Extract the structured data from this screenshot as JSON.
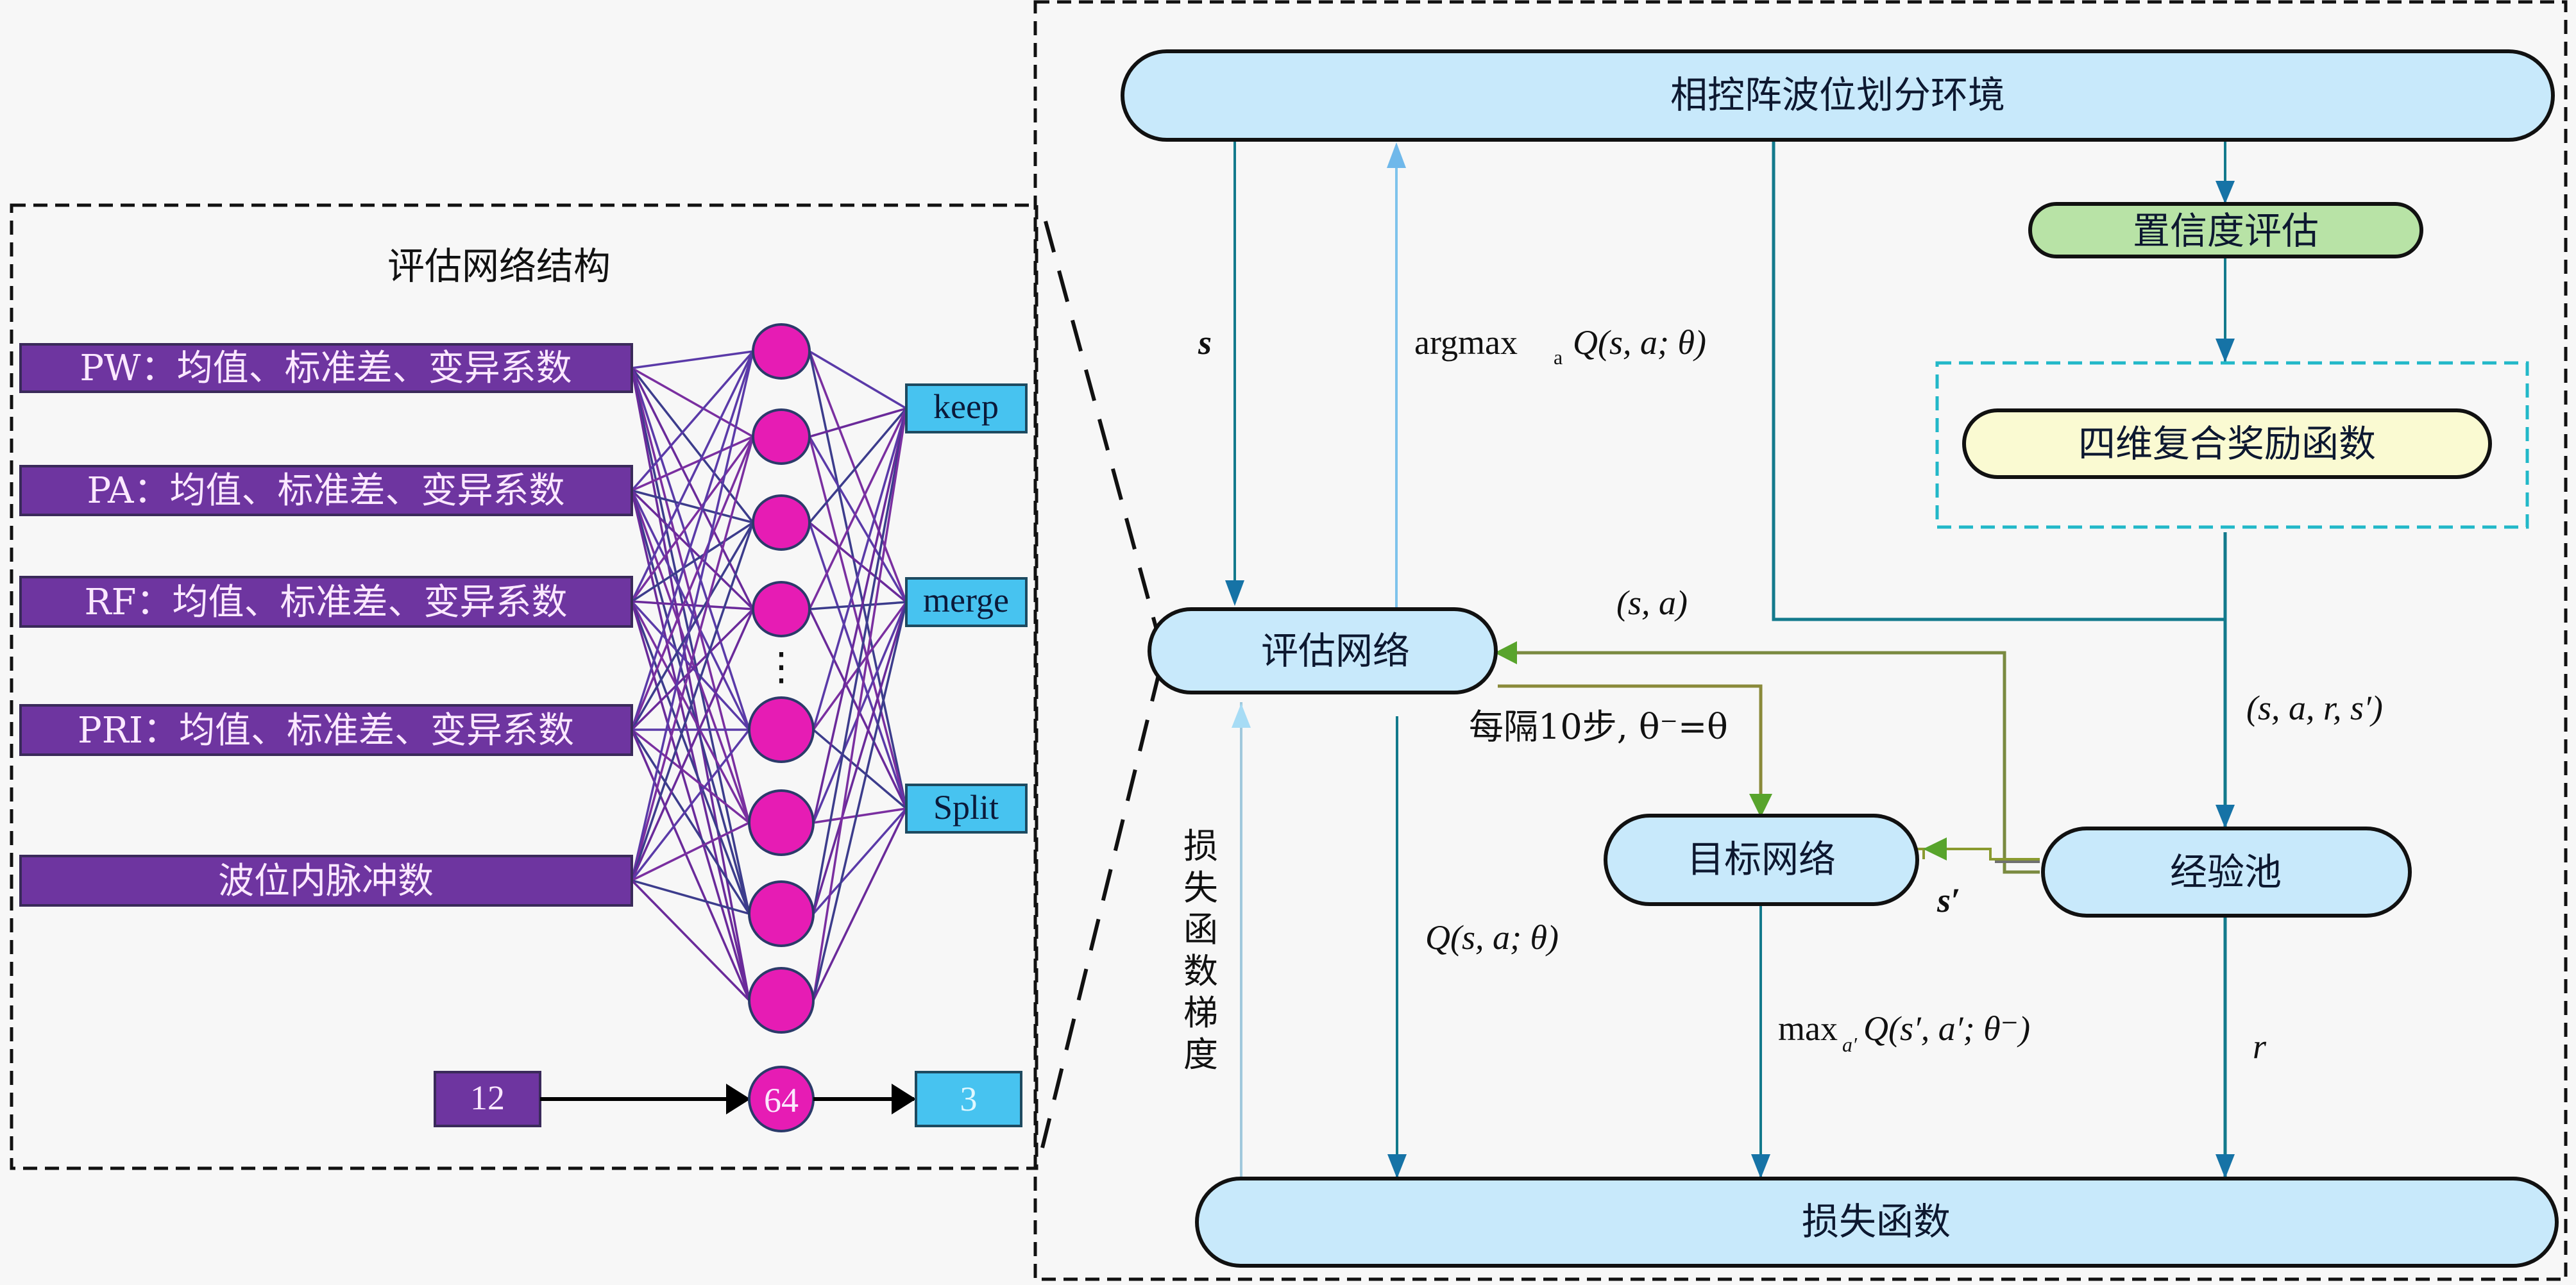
{
  "left_panel": {
    "title": "评估网络结构",
    "inputs": [
      "PW：均值、标准差、变异系数",
      "PA：均值、标准差、变异系数",
      "RF：均值、标准差、变异系数",
      "PRI：均值、标准差、变异系数",
      "波位内脉冲数"
    ],
    "hidden_ellipsis": "⋮",
    "outputs": [
      "keep",
      "merge",
      "Split"
    ],
    "summary": {
      "input_size": "12",
      "hidden_size": "64",
      "output_size": "3"
    },
    "colors": {
      "input_bar": "#6e35a0",
      "hidden_node": "#e61cb4",
      "output_box": "#47c3f0",
      "edge": "#5a3aa8"
    }
  },
  "right_panel": {
    "nodes": {
      "environment": "相控阵波位划分环境",
      "confidence": "置信度评估",
      "reward": "四维复合奖励函数",
      "eval_net": "评估网络",
      "target_net": "目标网络",
      "replay_pool": "经验池",
      "loss": "损失函数"
    },
    "labels": {
      "state": "s",
      "argmax_prefix": "argmax",
      "argmax_sub": "a",
      "argmax_rest": "Q(s, a; θ)",
      "state_action": "(s, a)",
      "sync": "每隔10步, θ⁻=θ",
      "transition": "(s, a, r, s′)",
      "next_state": "s′",
      "q_eval": "Q(s, a; θ)",
      "max_prefix": "max",
      "max_sub": "a′",
      "max_rest": "Q(s′, a′; θ⁻)",
      "reward": "r",
      "gradient": [
        "损",
        "失",
        "函",
        "数",
        "梯",
        "度"
      ]
    },
    "colors": {
      "box_blue": "#c8e9fb",
      "box_green": "#b8e3a6",
      "box_yellow": "#fafad2",
      "line_teal": "#137a8c",
      "line_green": "#58a42c",
      "line_lightblue": "#7ec3ec",
      "dashed_cyan": "#22b8c8"
    }
  }
}
